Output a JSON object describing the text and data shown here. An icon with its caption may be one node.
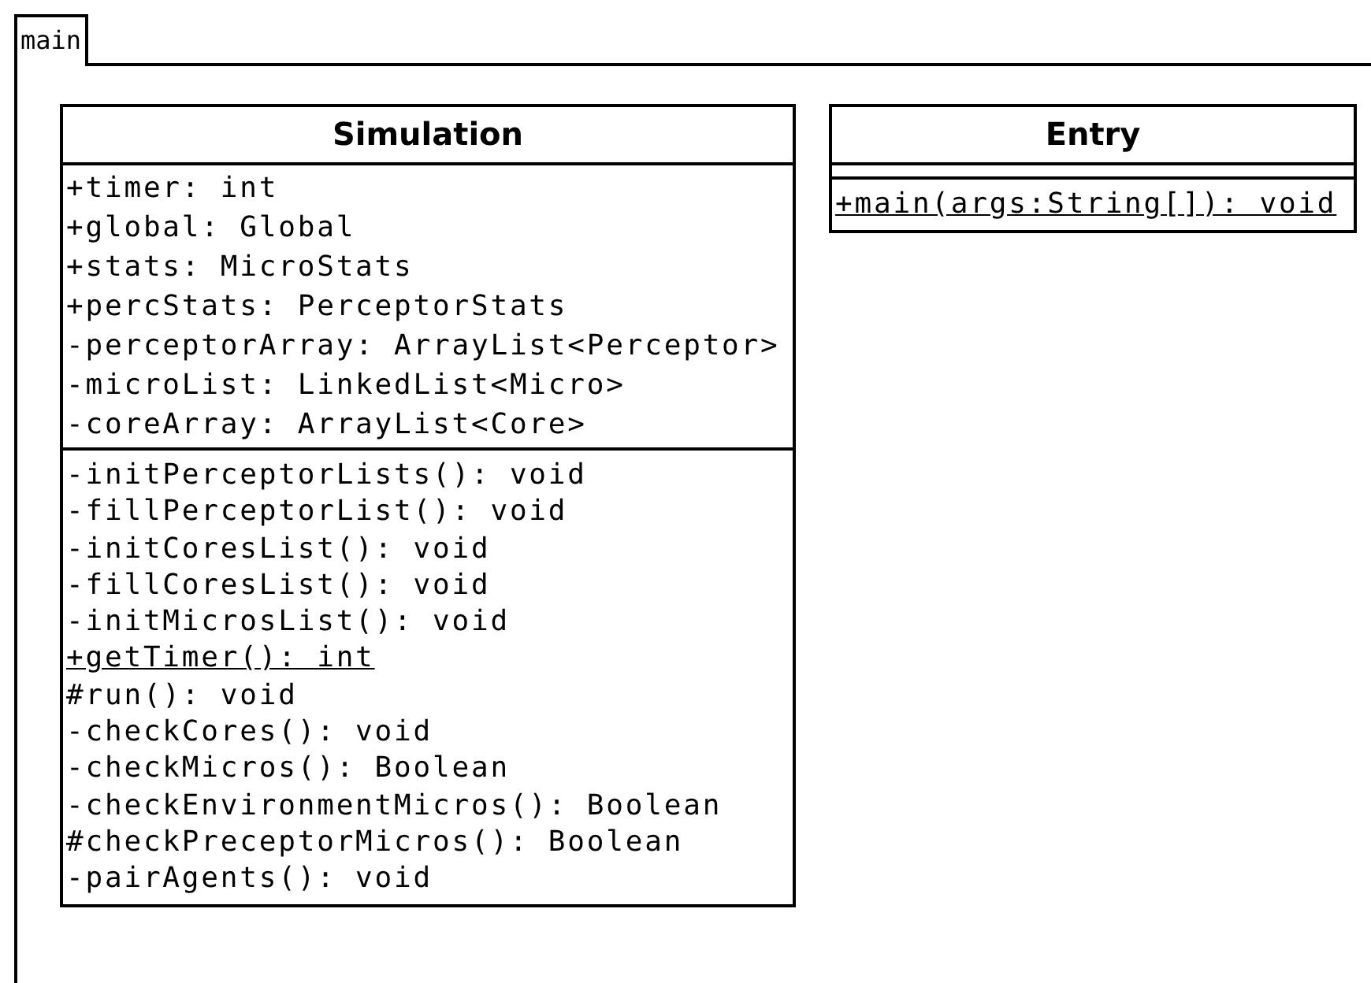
{
  "diagram": {
    "nodes": [
      {
        "text": [
          "main"
        ]
      },
      {
        "text": [
          "Simulation"
        ],
        "in": 0
      },
      {
        "text": [
          "+timer: int",
          "+global: Global",
          "+stats: MicroStats",
          "+percStats: PerceptorStats",
          "-perceptorArray: ArrayList<Perceptor>",
          "-microList: LinkedList<Micro>",
          "-coreArray: ArrayList<Core>"
        ],
        "in": 1
      },
      {
        "text": [
          "-initPerceptorLists(): void",
          "-fillPerceptorList(): void",
          "-initCoresList(): void",
          "-fillCoresList(): void",
          "-initMicrosList(): void",
          "+getTimer(): int",
          "#run(): void",
          "-checkCores(): void",
          "-checkMicros(): Boolean",
          "-checkEnvironmentMicros(): Boolean",
          "#checkPreceptorMicros(): Boolean",
          "-pairAgents(): void"
        ],
        "in": 1
      },
      {
        "text": [
          "Entry"
        ],
        "in": 0
      },
      {
        "text": [],
        "shape": "box",
        "in": 4
      },
      {
        "text": [
          "+main(args:String[]): void"
        ],
        "in": 4
      }
    ]
  }
}
